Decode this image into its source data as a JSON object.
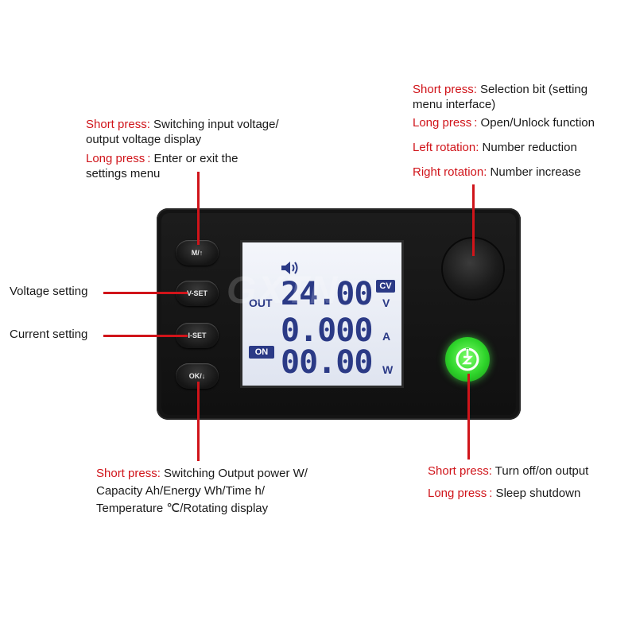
{
  "annotations": {
    "top_left": {
      "line1_key": "Short press:",
      "line1_text": " Switching input voltage/",
      "line2_text": "output voltage display",
      "line3_key": "Long press :",
      "line3_text": "  Enter or exit the",
      "line4_text": "settings menu"
    },
    "top_right": {
      "line1_key": "Short press:",
      "line1_text": " Selection bit (setting",
      "line2_text": "menu interface)",
      "line3_key": "Long press :",
      "line3_text": "  Open/Unlock function",
      "line4_key": "Left rotation:",
      "line4_text": " Number reduction",
      "line5_key": "Right  rotation:",
      "line5_text": " Number  increase"
    },
    "voltage_setting": "Voltage setting",
    "current_setting": "Current setting",
    "bottom_left": {
      "line1_key": "Short press:",
      "line1_text": " Switching Output power W/",
      "line2_text": "Capacity Ah/Energy Wh/Time h/",
      "line3_text": "Temperature ℃/Rotating display"
    },
    "bottom_right": {
      "line1_key": "Short press:",
      "line1_text": "  Turn off/on output",
      "line2_key": "Long press :",
      "line2_text": "  Sleep shutdown"
    }
  },
  "device": {
    "buttons": [
      "M/↑",
      "V-SET",
      "I-SET",
      "OK/↓"
    ],
    "watermark": "GXTN",
    "lcd": {
      "out_label": "OUT",
      "on_label": "ON",
      "cv_label": "CV",
      "voltage": "24.00",
      "voltage_unit": "V",
      "current": "0.000",
      "current_unit": "A",
      "power": "00.00",
      "power_unit": "W"
    },
    "colors": {
      "accent_red": "#d0141a",
      "lcd_digits": "#2b3a86",
      "power_led": "#2ed42a"
    }
  }
}
